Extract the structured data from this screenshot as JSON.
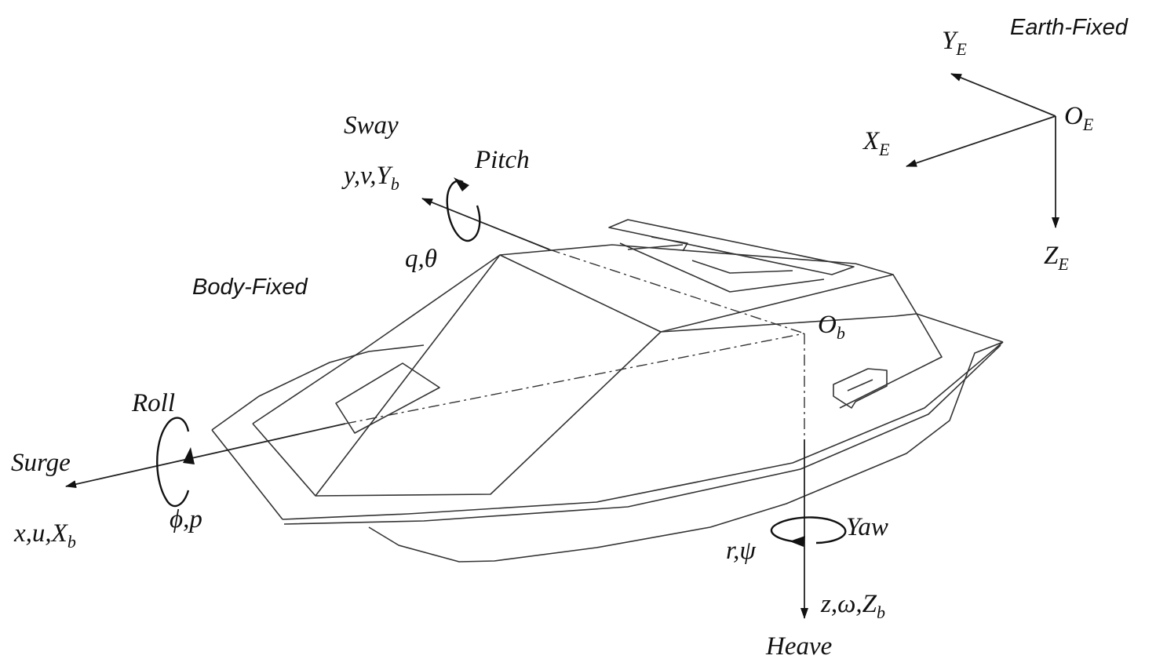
{
  "frames": {
    "earth": {
      "title": "Earth-Fixed",
      "origin": {
        "base": "O",
        "sub": "E"
      },
      "x_axis": {
        "base": "X",
        "sub": "E"
      },
      "y_axis": {
        "base": "Y",
        "sub": "E"
      },
      "z_axis": {
        "base": "Z",
        "sub": "E"
      }
    },
    "body": {
      "title": "Body-Fixed",
      "origin": {
        "base": "O",
        "sub": "b"
      }
    }
  },
  "motions": {
    "surge": {
      "name": "Surge",
      "vars": {
        "base": "x,u,X",
        "sub": "b"
      }
    },
    "sway": {
      "name": "Sway",
      "vars": {
        "base": "y,v,Y",
        "sub": "b"
      }
    },
    "heave": {
      "name": "Heave",
      "vars": {
        "base": "z,ω,Z",
        "sub": "b"
      }
    },
    "roll": {
      "name": "Roll",
      "vars": "ϕ,p"
    },
    "pitch": {
      "name": "Pitch",
      "vars": "q,θ"
    },
    "yaw": {
      "name": "Yaw",
      "vars": "r,ψ"
    }
  },
  "colors": {
    "line": "#222222",
    "background": "#ffffff"
  }
}
